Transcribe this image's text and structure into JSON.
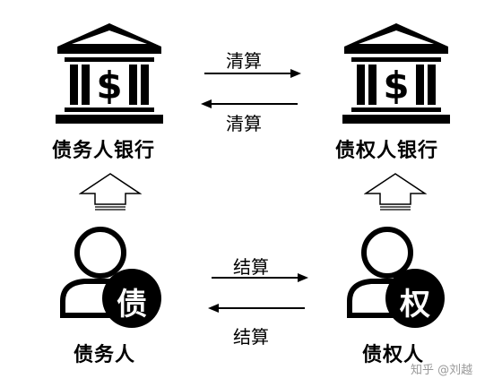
{
  "nodes": {
    "debtor_bank": "债务人银行",
    "creditor_bank": "债权人银行",
    "debtor": "债务人",
    "creditor": "债权人",
    "debtor_badge": "债",
    "creditor_badge": "权"
  },
  "edges": {
    "clearing_top": "清算",
    "clearing_bottom": "清算",
    "settlement_top": "结算",
    "settlement_bottom": "结算"
  },
  "watermark": "知乎 @刘越",
  "icons": {
    "bank": "bank-building-dollar-icon",
    "person": "person-outline-icon",
    "up_arrow": "hollow-up-arrow-icon"
  }
}
